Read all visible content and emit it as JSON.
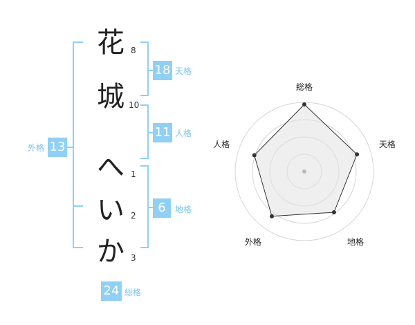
{
  "name": {
    "chars": [
      {
        "char": "花",
        "strokes": "8"
      },
      {
        "char": "城",
        "strokes": "10"
      },
      {
        "char": "へ",
        "strokes": "1"
      },
      {
        "char": "い",
        "strokes": "2"
      },
      {
        "char": "か",
        "strokes": "3"
      }
    ]
  },
  "fortune": {
    "tenkaku": {
      "value": "18",
      "label": "天格"
    },
    "jinkaku": {
      "value": "11",
      "label": "人格"
    },
    "chikaku": {
      "value": "6",
      "label": "地格"
    },
    "gaikaku": {
      "value": "13",
      "label": "外格"
    },
    "soukaku": {
      "value": "24",
      "label": "総格"
    }
  },
  "colors": {
    "accent": "#8fd0f4",
    "label": "#7cc5ee",
    "text": "#222222"
  },
  "chart_data": {
    "type": "radar",
    "axes": [
      "総格",
      "天格",
      "地格",
      "外格",
      "人格"
    ],
    "values": [
      0.97,
      0.8,
      0.73,
      0.8,
      0.76
    ],
    "max": 1,
    "rings": 4
  }
}
